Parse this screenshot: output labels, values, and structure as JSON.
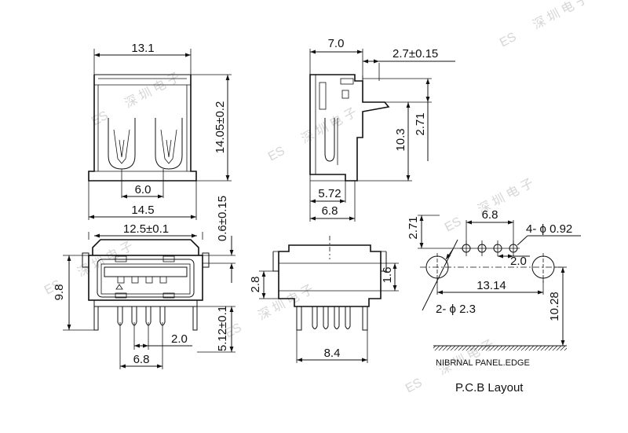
{
  "watermark": {
    "mark": "ES",
    "chars": "深 圳 电 子"
  },
  "top_view": {
    "width_top": "13.1",
    "pin_spacing": "6.0",
    "width_bottom": "14.5",
    "height": "14.05±0.2"
  },
  "side_view": {
    "depth": "7.0",
    "tab": "2.7±0.15",
    "h1": "2.71",
    "h2": "10.3",
    "base1": "5.72",
    "base2": "6.8"
  },
  "front_view": {
    "width": "12.5±0.1",
    "height": "9.8",
    "gap": "0.6±0.15",
    "pin_len": "5.12±0.1",
    "pin_span": "6.8",
    "pin_pitch": "2.0"
  },
  "rear_view": {
    "h1": "2.8",
    "h2": "1.6",
    "width": "8.4"
  },
  "pcb": {
    "h": "2.71",
    "spacing": "6.8",
    "holes_small": "4- ϕ 0.92",
    "pitch": "2.0",
    "span": "13.14",
    "holes_large": "2- ϕ 2.3",
    "depth": "10.28",
    "edge": "NIBRNAL PANEL.EDGE",
    "title": "P.C.B Layout"
  }
}
